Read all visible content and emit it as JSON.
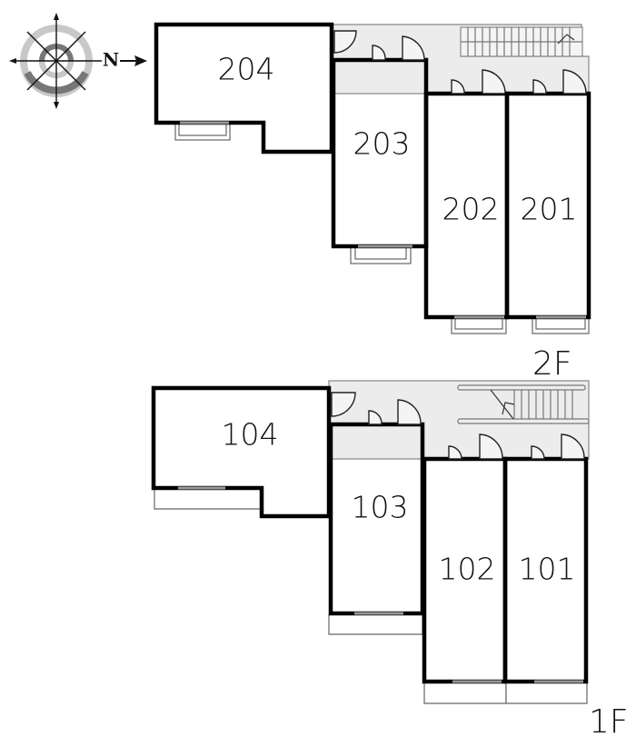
{
  "compass": {
    "north_label": "N",
    "icon": "compass-rose-icon"
  },
  "floors": [
    {
      "label": "2F",
      "rooms": [
        {
          "number": "204"
        },
        {
          "number": "203"
        },
        {
          "number": "202"
        },
        {
          "number": "201"
        }
      ]
    },
    {
      "label": "1F",
      "rooms": [
        {
          "number": "104"
        },
        {
          "number": "103"
        },
        {
          "number": "102"
        },
        {
          "number": "101"
        }
      ]
    }
  ]
}
